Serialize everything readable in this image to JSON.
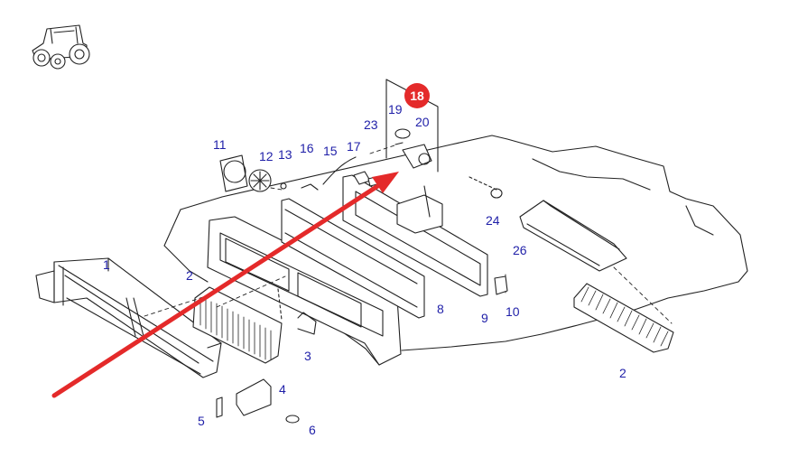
{
  "diagram": {
    "highlight": {
      "label": "18",
      "color": "#e42a2a"
    },
    "callout_color": "#1f1fa8",
    "callouts": [
      "1",
      "2",
      "3",
      "4",
      "5",
      "6",
      "8",
      "9",
      "10",
      "11",
      "12",
      "13",
      "16",
      "15",
      "17",
      "23",
      "19",
      "20",
      "24",
      "26",
      "2"
    ]
  },
  "icons": {
    "logo": "tractor-icon"
  }
}
